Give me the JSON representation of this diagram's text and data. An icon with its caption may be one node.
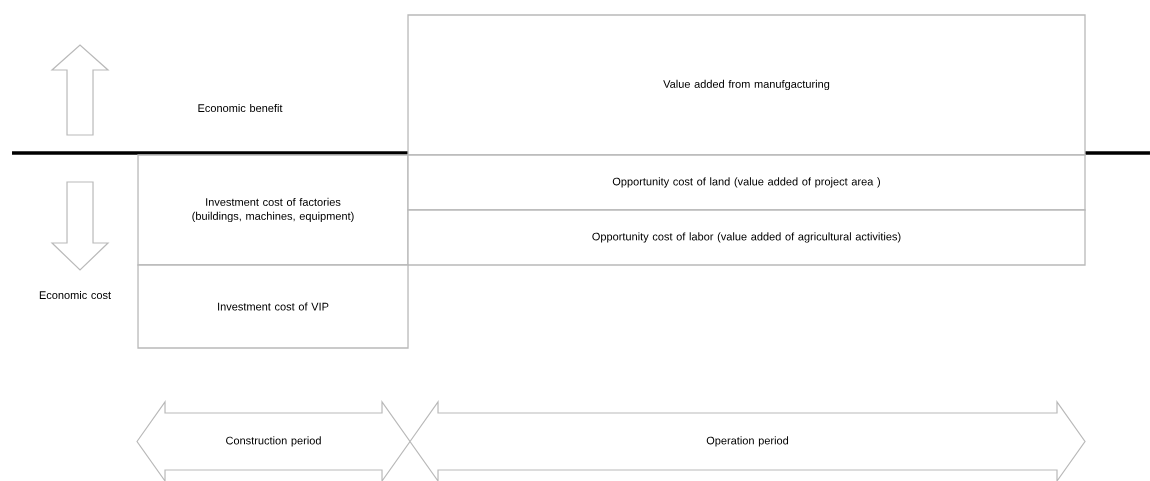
{
  "diagram": {
    "nodes": [
      {
        "text": [
          "Value added from manufgacturing"
        ]
      },
      {
        "text": [
          "Investment cost of factories (buildings, machines, equipment)"
        ]
      },
      {
        "text": [
          "Opportunity cost of land (value added of project area )"
        ]
      },
      {
        "text": [
          "Opportunity cost of labor (value added of agricultural activities)"
        ]
      },
      {
        "text": [
          "Investment cost of VIP"
        ]
      },
      {
        "text": [
          "Construction period"
        ]
      },
      {
        "text": [
          "Operation period"
        ]
      }
    ],
    "labels": [
      "Economic benefit",
      "Economic cost"
    ]
  }
}
